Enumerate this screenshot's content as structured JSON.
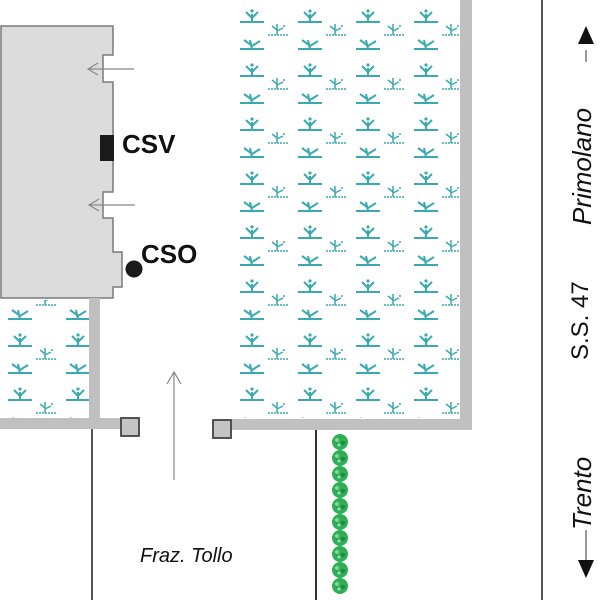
{
  "map": {
    "buildings": {
      "main_building": "building",
      "markers": {
        "csv_label": "CSV",
        "cso_label": "CSO"
      }
    },
    "street_label": "Fraz. Tollo",
    "road": {
      "name": "S.S. 47",
      "north_destination": "Primolano",
      "south_destination": "Trento"
    },
    "colors": {
      "building_fill": "#dcdcdc",
      "building_stroke": "#7a7a7a",
      "wall": "#c0c0c0",
      "marsh_symbol": "#3aaab0",
      "hedge": "#2fae55",
      "road_line": "#555555",
      "marker": "#1a1a1a"
    }
  }
}
